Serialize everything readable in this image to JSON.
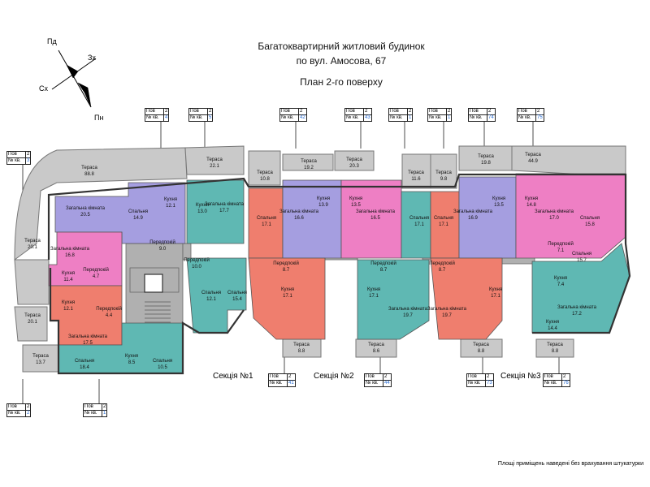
{
  "title": {
    "line1": "Багатоквартирний житловий будинок",
    "line2": "по вул. Амосова, 67",
    "line3": "План 2-го поверху"
  },
  "compass": {
    "n": "Пн",
    "s": "Пд",
    "e": "Сх",
    "w": "Зх"
  },
  "sections": [
    "Секція №1",
    "Секція №2",
    "Секція №3"
  ],
  "footnote": "Площі приміщень наведені без врахування штукатурки",
  "tag_labels": {
    "floor": "Пов",
    "apt": "№ кв."
  },
  "tags": [
    {
      "floor": "2",
      "apt": "4"
    },
    {
      "floor": "2",
      "apt": "5"
    },
    {
      "floor": "2",
      "apt": "3"
    },
    {
      "floor": "2",
      "apt": "42"
    },
    {
      "floor": "2",
      "apt": "43"
    },
    {
      "floor": "2",
      "apt": "1"
    },
    {
      "floor": "2",
      "apt": "1"
    },
    {
      "floor": "2",
      "apt": "74"
    },
    {
      "floor": "2",
      "apt": "75"
    },
    {
      "floor": "2",
      "apt": "2"
    },
    {
      "floor": "2",
      "apt": "1"
    },
    {
      "floor": "2",
      "apt": "41"
    },
    {
      "floor": "2",
      "apt": "44"
    },
    {
      "floor": "2",
      "apt": "73"
    },
    {
      "floor": "2",
      "apt": "76"
    }
  ],
  "colors": {
    "purple": "#a59ee0",
    "pink": "#ee7fc4",
    "teal": "#5fb8b3",
    "salmon": "#ef7e6e",
    "terrace": "#c9c9c9",
    "common": "#b0b0b0",
    "wall": "#333333"
  },
  "rooms": [
    {
      "label": "Тераса",
      "area": "88.8",
      "color": "terrace"
    },
    {
      "label": "Тераса",
      "area": "22.1",
      "color": "terrace"
    },
    {
      "label": "Тераса",
      "area": "10.8",
      "color": "terrace"
    },
    {
      "label": "Тераса",
      "area": "19.2",
      "color": "terrace"
    },
    {
      "label": "Тераса",
      "area": "20.3",
      "color": "terrace"
    },
    {
      "label": "Тераса",
      "area": "11.6",
      "color": "terrace"
    },
    {
      "label": "Тераса",
      "area": "9.8",
      "color": "terrace"
    },
    {
      "label": "Тераса",
      "area": "19.8",
      "color": "terrace"
    },
    {
      "label": "Тераса",
      "area": "44.9",
      "color": "terrace"
    },
    {
      "label": "Тераса",
      "area": "20.1",
      "color": "terrace"
    },
    {
      "label": "Тераса",
      "area": "20.1",
      "color": "terrace"
    },
    {
      "label": "Тераса",
      "area": "13.7",
      "color": "terrace"
    },
    {
      "label": "Тераса",
      "area": "8.8",
      "color": "terrace"
    },
    {
      "label": "Тераса",
      "area": "8.6",
      "color": "terrace"
    },
    {
      "label": "Тераса",
      "area": "8.8",
      "color": "terrace"
    },
    {
      "label": "Тераса",
      "area": "8.8",
      "color": "terrace"
    },
    {
      "label": "Загальна кімната",
      "area": "20.5",
      "color": "purple"
    },
    {
      "label": "Спальня",
      "area": "14.9",
      "color": "purple"
    },
    {
      "label": "Кухня",
      "area": "12.1",
      "color": "purple"
    },
    {
      "label": "Передпокій",
      "area": "9.0",
      "color": "purple"
    },
    {
      "label": "Загальна кімната",
      "area": "16.8",
      "color": "pink"
    },
    {
      "label": "Кухня",
      "area": "11.4",
      "color": "pink"
    },
    {
      "label": "Передпокій",
      "area": "4.7",
      "color": "pink"
    },
    {
      "label": "Кухня",
      "area": "12.1",
      "color": "salmon"
    },
    {
      "label": "Передпокій",
      "area": "4.4",
      "color": "salmon"
    },
    {
      "label": "Загальна кімната",
      "area": "17.5",
      "color": "salmon"
    },
    {
      "label": "Спальня",
      "area": "18.4",
      "color": "teal"
    },
    {
      "label": "Спальня",
      "area": "10.5",
      "color": "teal"
    },
    {
      "label": "Кухня",
      "area": "8.5",
      "color": "teal"
    },
    {
      "label": "Кухня",
      "area": "13.0",
      "color": "teal"
    },
    {
      "label": "Загальна кімната",
      "area": "17.7",
      "color": "teal"
    },
    {
      "label": "Передпокій",
      "area": "10.0",
      "color": "teal"
    },
    {
      "label": "Спальня",
      "area": "12.1",
      "color": "teal"
    },
    {
      "label": "Спальня",
      "area": "15.4",
      "color": "teal"
    },
    {
      "label": "Спальня",
      "area": "17.1",
      "color": "salmon"
    },
    {
      "label": "Загальна кімната",
      "area": "16.6",
      "color": "purple"
    },
    {
      "label": "Кухня",
      "area": "13.9",
      "color": "purple"
    },
    {
      "label": "Кухня",
      "area": "13.5",
      "color": "pink"
    },
    {
      "label": "Загальна кімната",
      "area": "16.5",
      "color": "pink"
    },
    {
      "label": "Спальня",
      "area": "17.1",
      "color": "teal"
    },
    {
      "label": "Передпокій",
      "area": "8.7",
      "color": "salmon"
    },
    {
      "label": "Кухня",
      "area": "17.1",
      "color": "salmon"
    },
    {
      "label": "Кухня",
      "area": "17.1",
      "color": "teal"
    },
    {
      "label": "Передпокій",
      "area": "8.7",
      "color": "teal"
    },
    {
      "label": "Загальна кімната",
      "area": "19.7",
      "color": "teal"
    },
    {
      "label": "Спальня",
      "area": "17.1",
      "color": "salmon"
    },
    {
      "label": "Загальна кімната",
      "area": "16.9",
      "color": "purple"
    },
    {
      "label": "Кухня",
      "area": "13.5",
      "color": "purple"
    },
    {
      "label": "Кухня",
      "area": "14.8",
      "color": "pink"
    },
    {
      "label": "Загальна кімната",
      "area": "17.0",
      "color": "pink"
    },
    {
      "label": "Спальня",
      "area": "15.8",
      "color": "pink"
    },
    {
      "label": "Передпокій",
      "area": "8.7",
      "color": "salmon"
    },
    {
      "label": "Загальна кімната",
      "area": "19.7",
      "color": "salmon"
    },
    {
      "label": "Кухня",
      "area": "17.1",
      "color": "salmon"
    },
    {
      "label": "Передпокій",
      "area": "7.1",
      "color": "pink"
    },
    {
      "label": "Спальня",
      "area": "15.7",
      "color": "teal"
    },
    {
      "label": "Кухня",
      "area": "7.4",
      "color": "teal"
    },
    {
      "label": "Загальна кімната",
      "area": "17.2",
      "color": "teal"
    },
    {
      "label": "Кухня",
      "area": "14.4",
      "color": "teal"
    }
  ]
}
